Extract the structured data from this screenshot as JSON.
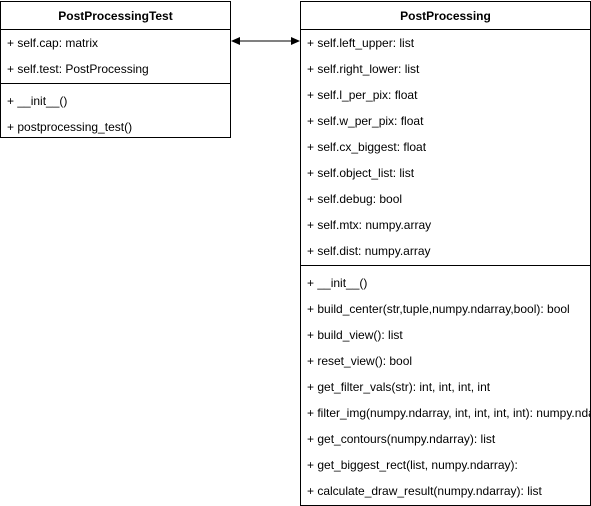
{
  "classes": {
    "test": {
      "name": "PostProcessingTest",
      "attributes": [
        "+ self.cap: matrix",
        "+ self.test: PostProcessing"
      ],
      "methods": [
        "+ __init__()",
        "+ postprocessing_test()"
      ]
    },
    "pp": {
      "name": "PostProcessing",
      "attributes": [
        "+ self.left_upper: list",
        "+ self.right_lower: list",
        "+ self.l_per_pix: float",
        "+ self.w_per_pix: float",
        "+ self.cx_biggest: float",
        "+ self.object_list: list",
        "+ self.debug: bool",
        "+ self.mtx: numpy.array",
        "+ self.dist: numpy.array"
      ],
      "methods": [
        "+ __init__()",
        "+ build_center(str,tuple,numpy.ndarray,bool): bool",
        "+ build_view(): list",
        "+ reset_view(): bool",
        "+ get_filter_vals(str): int, int, int, int",
        "+ filter_img(numpy.ndarray, int, int, int, int): numpy.ndarray",
        "+ get_contours(numpy.ndarray): list",
        "+ get_biggest_rect(list, numpy.ndarray):",
        "+ calculate_draw_result(numpy.ndarray): list"
      ]
    }
  },
  "association": {
    "type": "bidirectional",
    "color": "#000000"
  }
}
